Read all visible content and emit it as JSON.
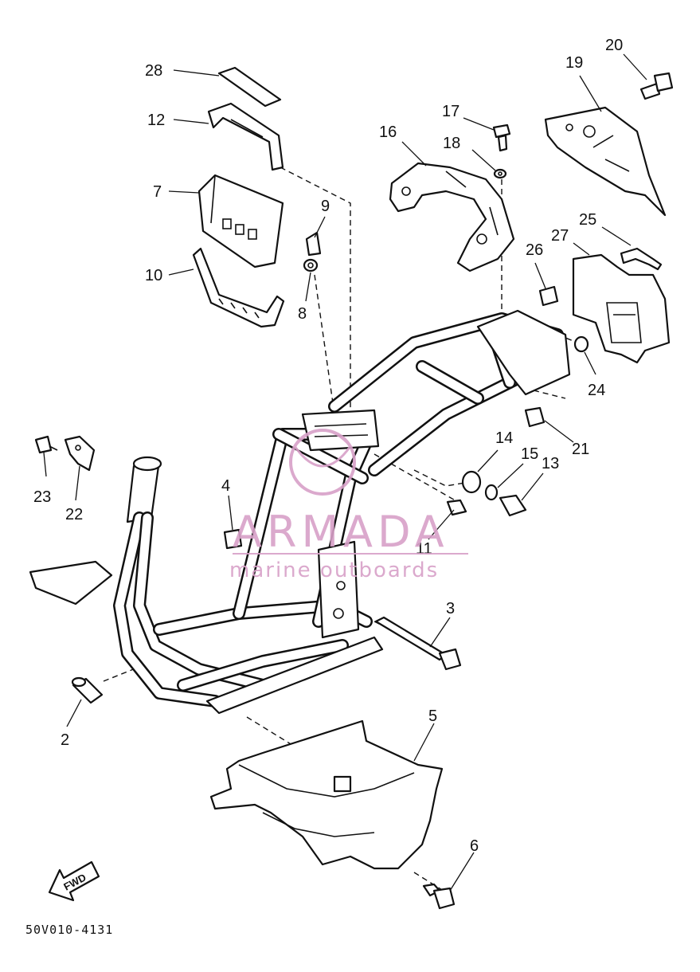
{
  "diagram": {
    "drawing_code": "50V010-4131",
    "direction_label": "FWD",
    "callouts": [
      "28",
      "12",
      "7",
      "9",
      "10",
      "8",
      "17",
      "16",
      "18",
      "19",
      "20",
      "25",
      "27",
      "26",
      "24",
      "21",
      "14",
      "15",
      "13",
      "11",
      "23",
      "22",
      "4",
      "3",
      "2",
      "5",
      "6"
    ]
  },
  "watermark": {
    "brand": "ARMADA",
    "tagline": "marine outboards",
    "color": "#d8a0c8"
  }
}
